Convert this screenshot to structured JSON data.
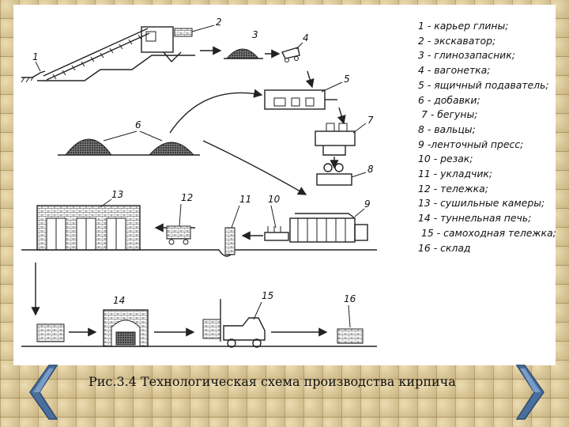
{
  "diagram": {
    "numbers": [
      "1",
      "2",
      "3",
      "4",
      "5",
      "6",
      "7",
      "8",
      "9",
      "10",
      "11",
      "12",
      "13",
      "14",
      "15",
      "16"
    ]
  },
  "legend": [
    "1 - карьер глины;",
    "2 - экскаватор;",
    "3 - глинозапасник;",
    "4 - вагонетка;",
    "5 - ящичный подаватель;",
    "6 - добавки;",
    "7 - бегуны;",
    "8 - вальцы;",
    "9 -ленточный пресс;",
    "10 - резак;",
    "11 - укладчик;",
    "12 - тележка;",
    "13 - сушильные камеры;",
    "14 - туннельная печь;",
    "15 - самоходная тележка;",
    "16 - склад"
  ],
  "caption": "Рис.3.4 Технологическая схема производства кирпича",
  "nav": {
    "prev_icon": "chevron-left-icon",
    "next_icon": "chevron-right-icon",
    "color": "#4a6f9c"
  }
}
